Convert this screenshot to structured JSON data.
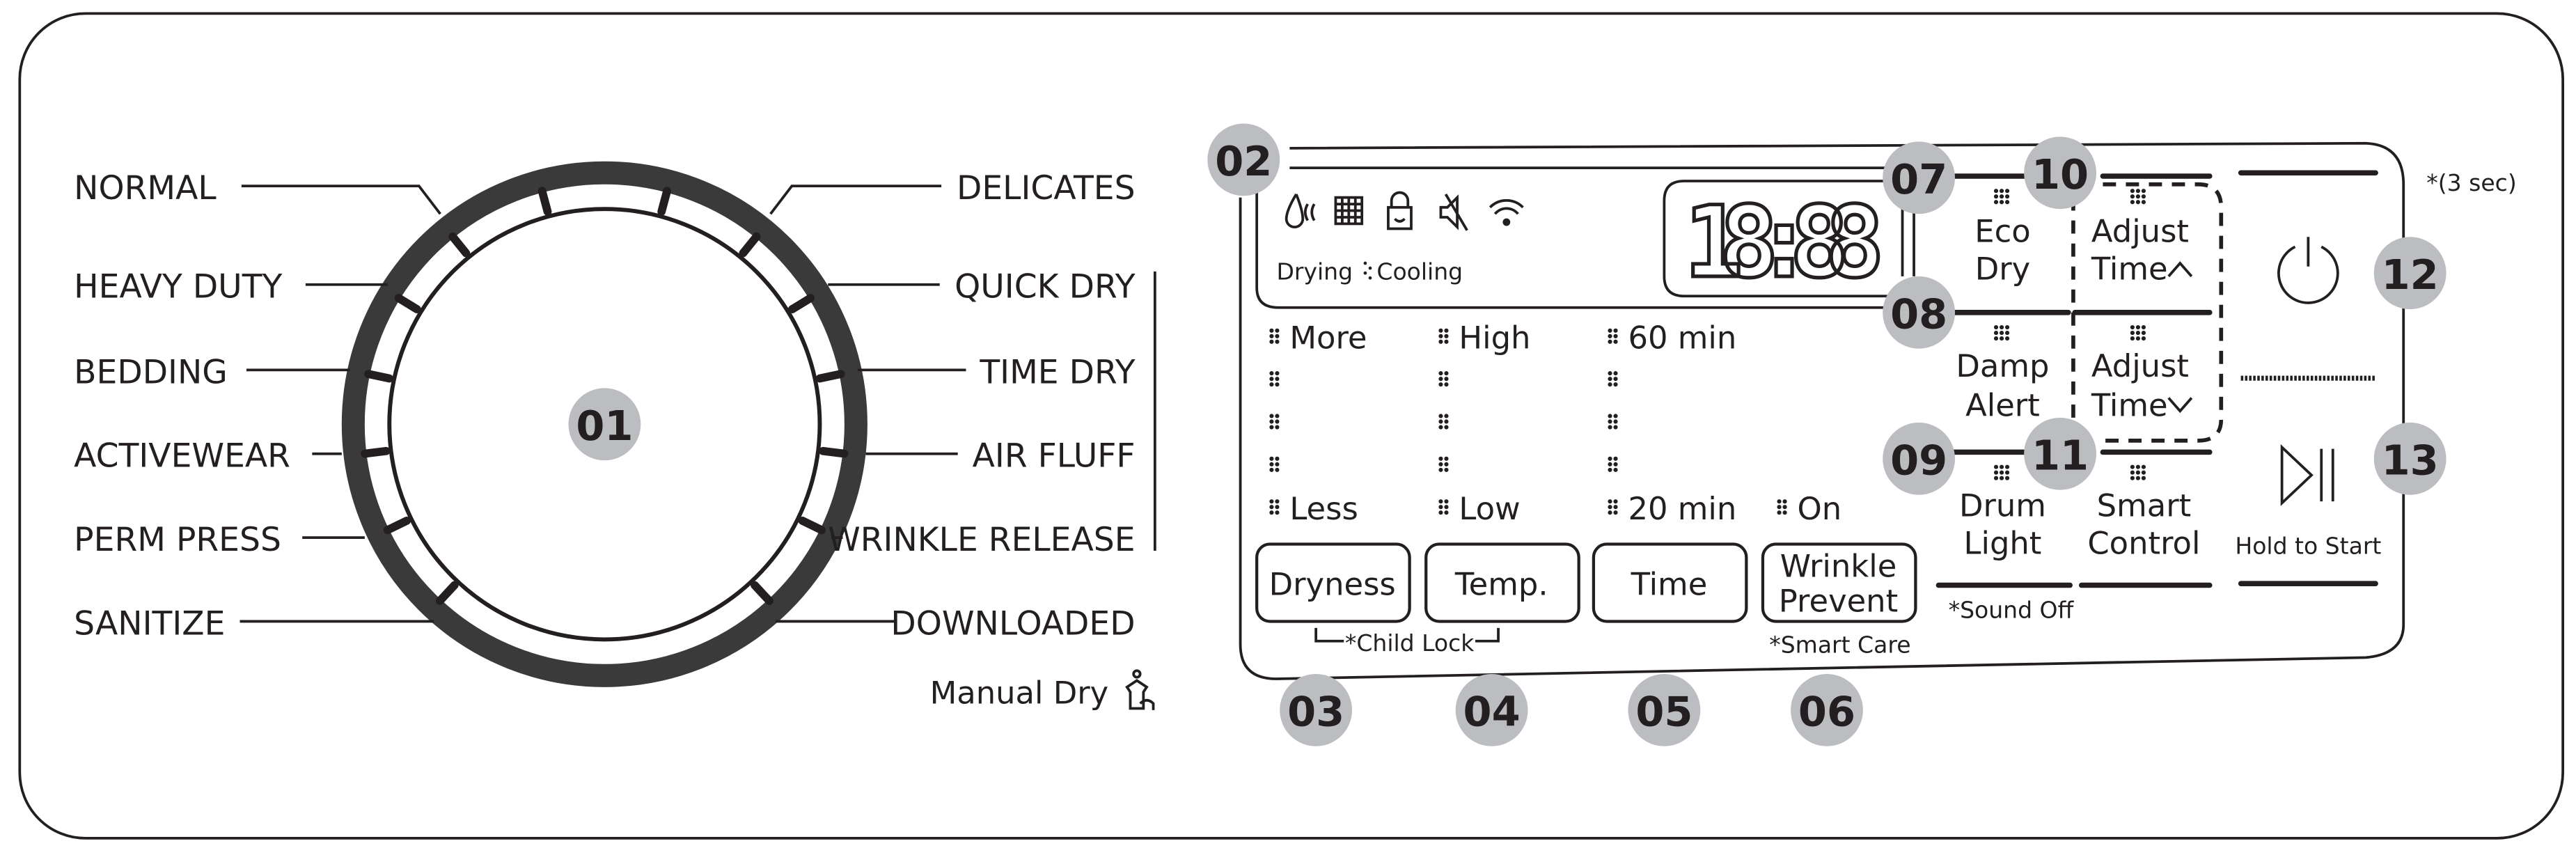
{
  "dial": {
    "badge": "01",
    "left_programs": [
      "NORMAL",
      "HEAVY DUTY",
      "BEDDING",
      "ACTIVEWEAR",
      "PERM PRESS",
      "SANITIZE"
    ],
    "right_programs": [
      "DELICATES",
      "QUICK DRY",
      "TIME DRY",
      "AIR FLUFF",
      "WRINKLE RELEASE",
      "DOWNLOADED"
    ],
    "manual_dry": "Manual Dry"
  },
  "display": {
    "badge": "02",
    "status_drying": "Drying",
    "status_cooling": "Cooling",
    "digits": "18:88",
    "icons": [
      "damp-dry-icon",
      "filter-icon",
      "child-lock-icon",
      "sound-off-icon",
      "wifi-icon"
    ]
  },
  "levels": {
    "dryness": {
      "top": "More",
      "bottom": "Less"
    },
    "temp": {
      "top": "High",
      "bottom": "Low"
    },
    "time": {
      "top": "60 min",
      "bottom": "20 min"
    },
    "wrinkle": {
      "bottom": "On"
    }
  },
  "buttons": {
    "dryness": {
      "label": "Dryness",
      "badge": "03"
    },
    "temp": {
      "label": "Temp.",
      "badge": "04"
    },
    "time": {
      "label": "Time",
      "badge": "05"
    },
    "wrinkle": {
      "line1": "Wrinkle",
      "line2": "Prevent",
      "badge": "06"
    },
    "child_lock": "*Child Lock",
    "smart_care": "*Smart Care",
    "eco_dry": {
      "line1": "Eco",
      "line2": "Dry",
      "badge": "07"
    },
    "damp_alert": {
      "line1": "Damp",
      "line2": "Alert",
      "badge": "08"
    },
    "drum_light": {
      "line1": "Drum",
      "line2": "Light",
      "badge": "09"
    },
    "adjust_up": {
      "line1": "Adjust",
      "line2": "Time",
      "badge": "10"
    },
    "adjust_down": {
      "line1": "Adjust",
      "line2": "Time"
    },
    "smart_control": {
      "line1": "Smart",
      "line2": "Control",
      "badge": "11"
    },
    "sound_off": "*Sound Off",
    "power": {
      "badge": "12",
      "note": "*(3 sec)"
    },
    "start": {
      "badge": "13",
      "label": "Hold to Start"
    }
  }
}
